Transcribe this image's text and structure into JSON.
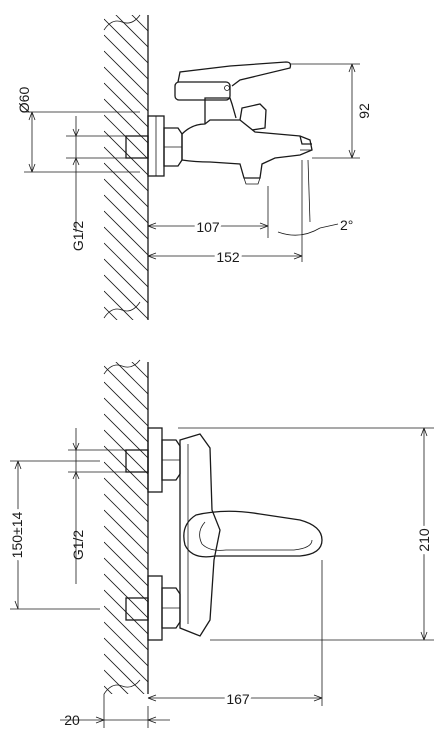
{
  "side_view": {
    "dim_diameter": "Ø60",
    "dim_thread": "G1/2",
    "dim_height": "92",
    "dim_angle": "2°",
    "dim_spout_reach": "107",
    "dim_total_reach": "152"
  },
  "front_view": {
    "dim_center_distance": "150±14",
    "dim_thread": "G1/2",
    "dim_height": "210",
    "dim_width": "167",
    "dim_wall_offset": "20"
  }
}
